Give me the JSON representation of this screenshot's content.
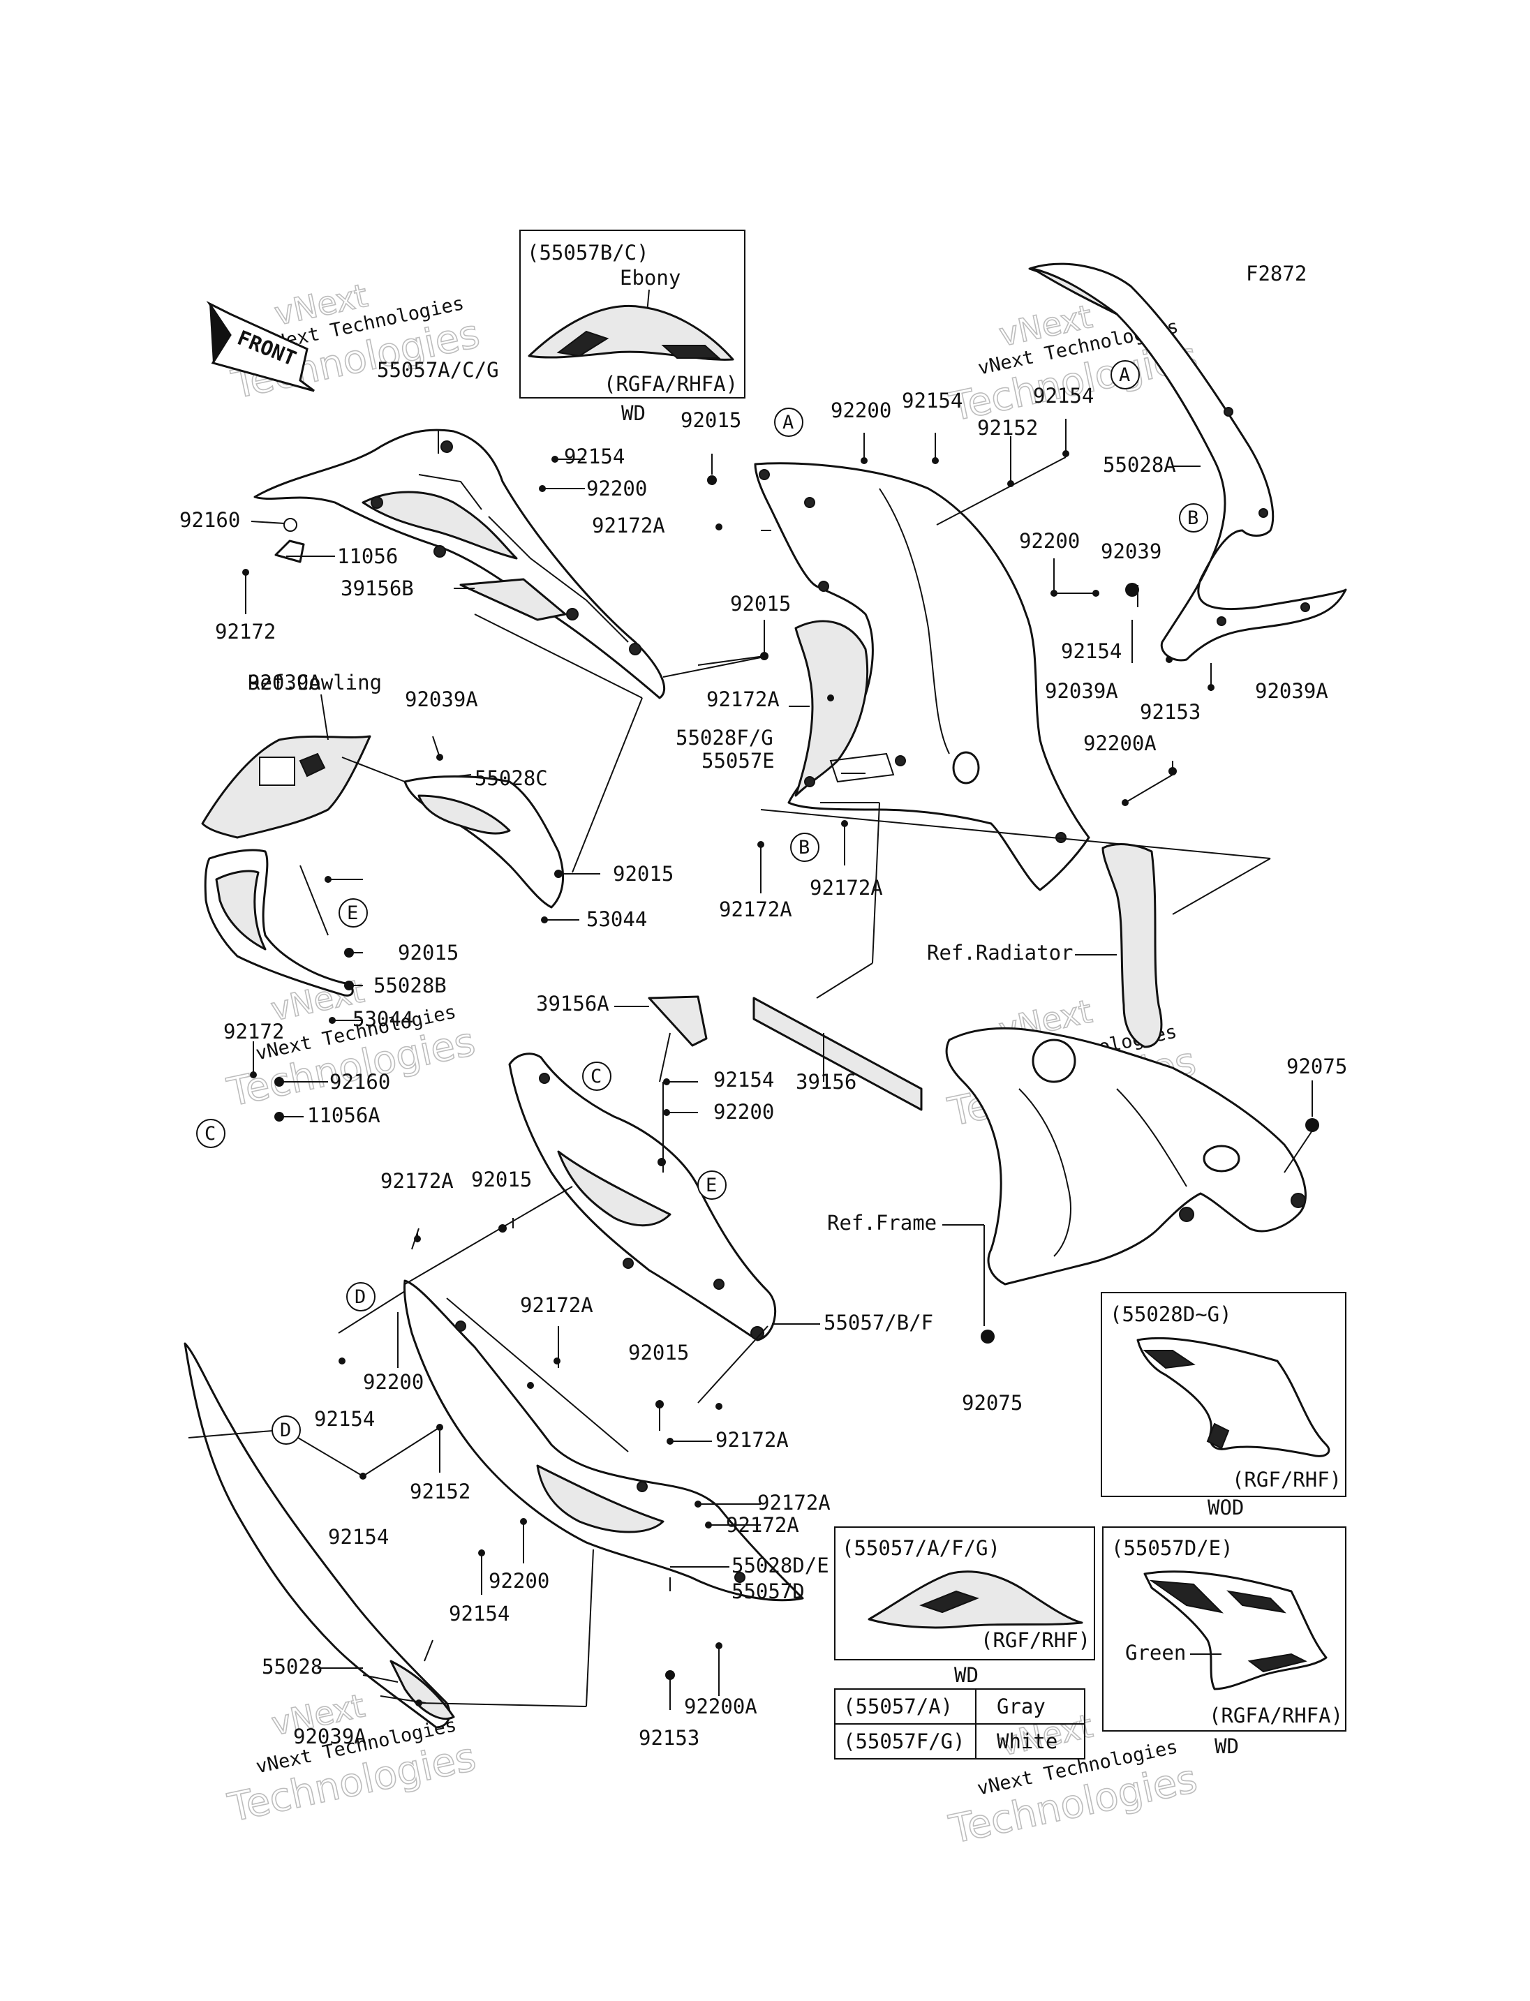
{
  "diagram_code": "F2872",
  "front_arrow_label": "FRONT",
  "watermark": {
    "line1": "vNext",
    "line2": "vNext Technologies",
    "line3": "Technologies"
  },
  "callout_letters": {
    "a": "A",
    "b": "B",
    "c": "C",
    "d": "D",
    "e": "E"
  },
  "inset_boxes": {
    "box1": {
      "title": "(55057B/C)",
      "color": "Ebony",
      "model": "(RGFA/RHFA)",
      "code": "WD"
    },
    "box2": {
      "title": "(55028D~G)",
      "model": "(RGF/RHF)",
      "code": "WOD"
    },
    "box3": {
      "title": "(55057/A/F/G)",
      "model": "(RGF/RHF)",
      "code": "WD"
    },
    "box4": {
      "title": "(55057D/E)",
      "color": "Green",
      "model": "(RGFA/RHFA)",
      "code": "WD"
    }
  },
  "color_table": {
    "rows": [
      {
        "part": "(55057/A)",
        "color": "Gray"
      },
      {
        "part": "(55057F/G)",
        "color": "White"
      }
    ]
  },
  "references": {
    "cowling": "Ref.Cowling",
    "radiator": "Ref.Radiator",
    "frame": "Ref.Frame"
  },
  "part_labels": {
    "p55057acg": "55057A/C/G",
    "p92154_1": "92154",
    "p92200_1": "92200",
    "p92160_1": "92160",
    "p11056": "11056",
    "p39156b": "39156B",
    "p92172_1": "92172",
    "p92015_1": "92015",
    "p92172a_1": "92172A",
    "p92200_2": "92200",
    "p92154_2": "92154",
    "p92152_1": "92152",
    "p92154_3": "92154",
    "p55028a": "55028A",
    "p92015_2": "92015",
    "p92200_3": "92200",
    "p92039": "92039",
    "p92154_4": "92154",
    "p92172a_2": "92172A",
    "p55028fg": "55028F/G",
    "p55057e": "55057E",
    "p92039a_1": "92039A",
    "p92153_1": "92153",
    "p92039a_2": "92039A",
    "p92200a_1": "92200A",
    "p92172a_3": "92172A",
    "p92172a_4": "92172A",
    "p92039a_3": "92039A",
    "p55028c": "55028C",
    "p92039a_4": "92039A",
    "p92015_3": "92015",
    "p53044_1": "53044",
    "p92015_4": "92015",
    "p55028b": "55028B",
    "p53044_2": "53044",
    "p92172_2": "92172",
    "p92160_2": "92160",
    "p11056a": "11056A",
    "p39156a": "39156A",
    "p39156": "39156",
    "p92154_5": "92154",
    "p92200_4": "92200",
    "p92075_1": "92075",
    "p92172a_5": "92172A",
    "p92015_5": "92015",
    "p55057bf": "55057/B/F",
    "p92172a_6": "92172A",
    "p92200_5": "92200",
    "p92154_6": "92154",
    "p92015_6": "92015",
    "p92172a_7": "92172A",
    "p92152_2": "92152",
    "p92154_7": "92154",
    "p92075_2": "92075",
    "p92172a_8": "92172A",
    "p92172a_9": "92172A",
    "p92200_6": "92200",
    "p55028de": "55028D/E",
    "p55057d": "55057D",
    "p92154_8": "92154",
    "p55028": "55028",
    "p92200a_2": "92200A",
    "p92039a_5": "92039A",
    "p92153_2": "92153"
  }
}
